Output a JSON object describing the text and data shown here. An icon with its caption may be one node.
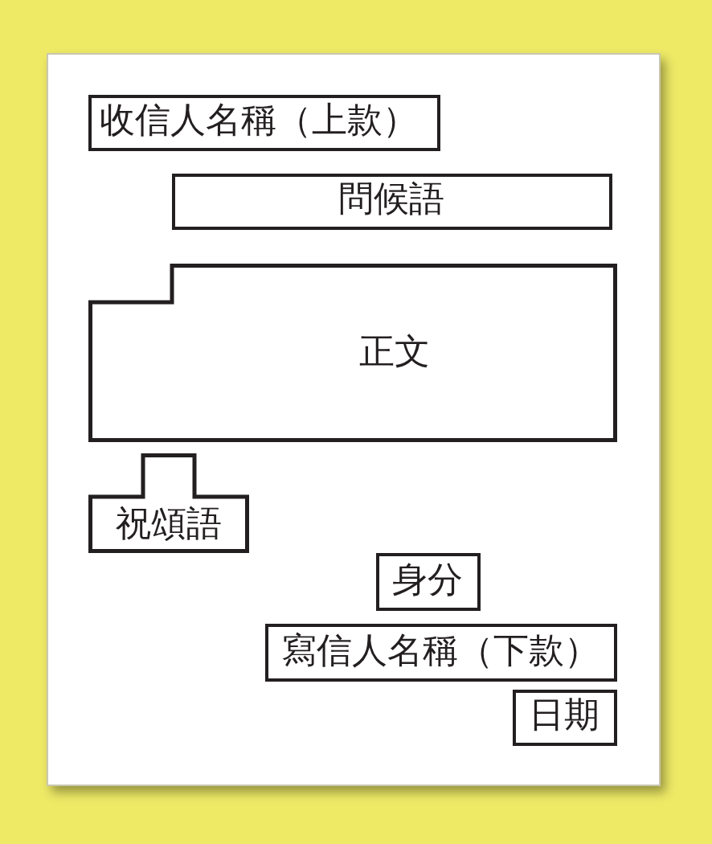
{
  "diagram": {
    "nodes": [
      {
        "text": [
          "收信人名稱（上款）"
        ]
      },
      {
        "text": [
          "問候語"
        ]
      },
      {
        "text": [
          "正文"
        ]
      },
      {
        "text": [
          "祝頌語"
        ]
      },
      {
        "text": [
          "身分"
        ]
      },
      {
        "text": [
          "寫信人名稱（下款）"
        ]
      },
      {
        "text": [
          "日期"
        ]
      }
    ]
  }
}
